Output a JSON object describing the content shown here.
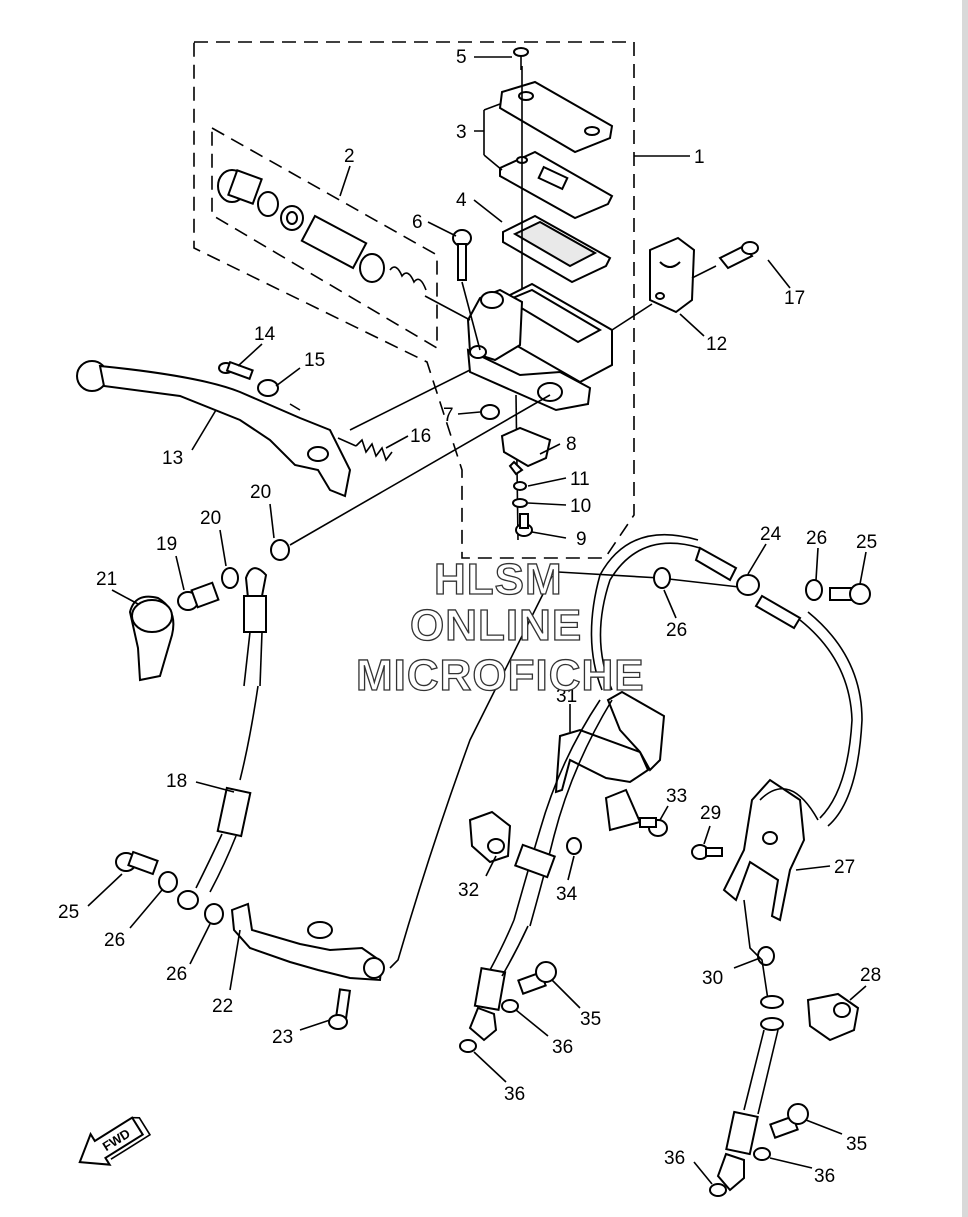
{
  "watermark": {
    "line1": "HLSM",
    "line2": "ONLINE",
    "line3": "MICROFICHE"
  },
  "direction_arrow": {
    "label": "FWD",
    "icon": "forward-arrow-icon"
  },
  "callouts": [
    {
      "n": "1"
    },
    {
      "n": "2"
    },
    {
      "n": "3"
    },
    {
      "n": "4"
    },
    {
      "n": "5"
    },
    {
      "n": "6"
    },
    {
      "n": "7"
    },
    {
      "n": "8"
    },
    {
      "n": "9"
    },
    {
      "n": "10"
    },
    {
      "n": "11"
    },
    {
      "n": "12"
    },
    {
      "n": "13"
    },
    {
      "n": "14"
    },
    {
      "n": "15"
    },
    {
      "n": "16"
    },
    {
      "n": "17"
    },
    {
      "n": "18"
    },
    {
      "n": "19"
    },
    {
      "n": "20"
    },
    {
      "n": "20"
    },
    {
      "n": "21"
    },
    {
      "n": "22"
    },
    {
      "n": "23"
    },
    {
      "n": "24"
    },
    {
      "n": "25"
    },
    {
      "n": "25"
    },
    {
      "n": "26"
    },
    {
      "n": "26"
    },
    {
      "n": "26"
    },
    {
      "n": "26"
    },
    {
      "n": "27"
    },
    {
      "n": "28"
    },
    {
      "n": "29"
    },
    {
      "n": "30"
    },
    {
      "n": "31"
    },
    {
      "n": "32"
    },
    {
      "n": "33"
    },
    {
      "n": "34"
    },
    {
      "n": "35"
    },
    {
      "n": "35"
    },
    {
      "n": "36"
    },
    {
      "n": "36"
    },
    {
      "n": "36"
    },
    {
      "n": "36"
    }
  ]
}
